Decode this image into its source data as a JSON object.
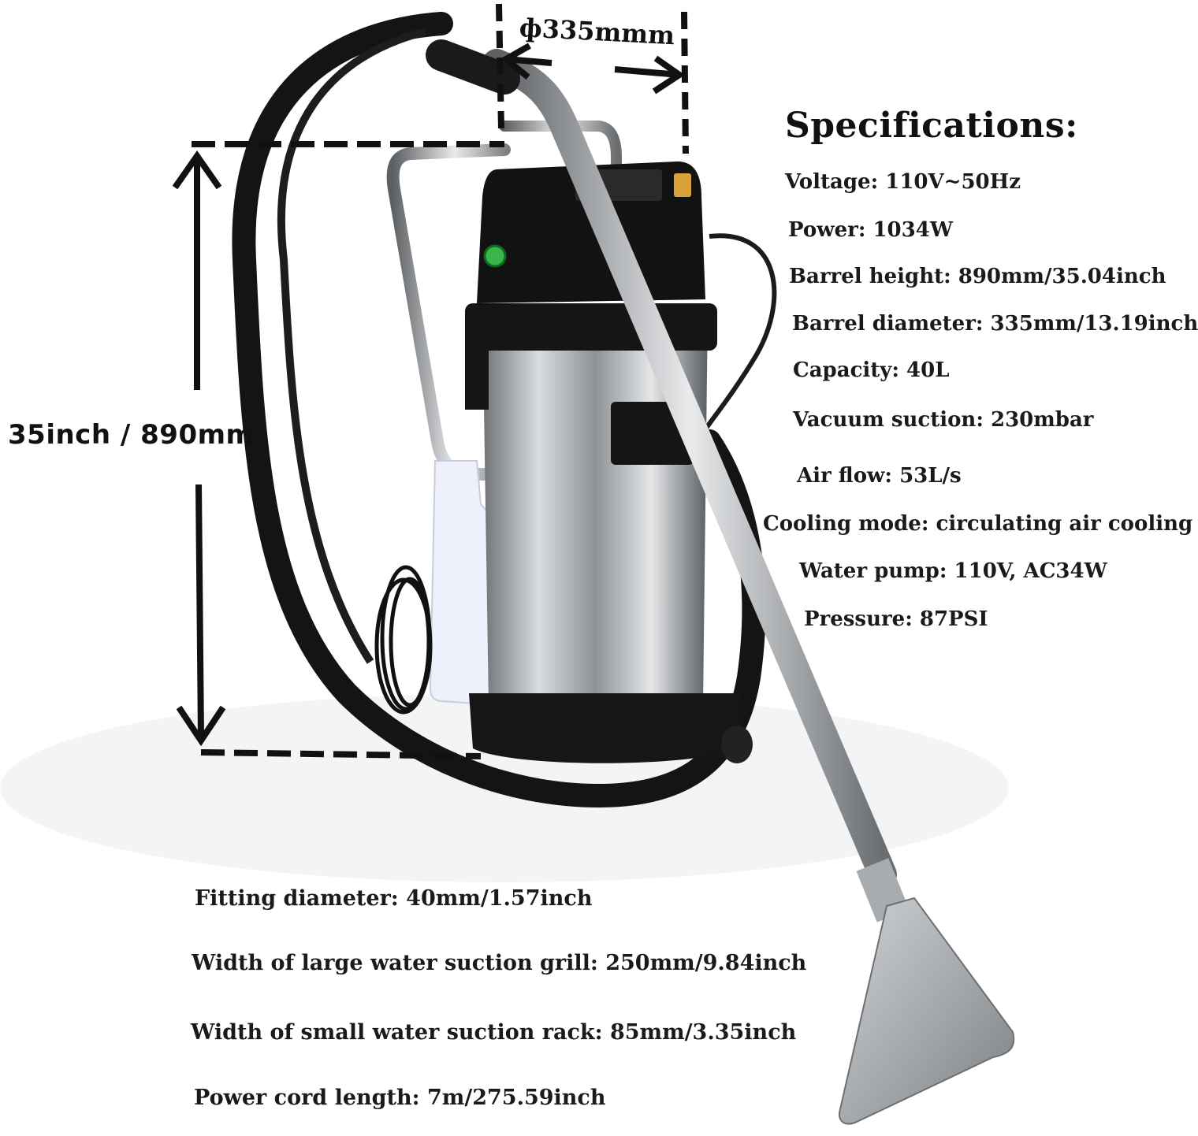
{
  "dimensions": {
    "diameter_label": "ф335mmm",
    "height_label": "35inch / 890mm"
  },
  "specifications": {
    "title": "Specifications:",
    "items": [
      "Voltage: 110V~50Hz",
      "Power: 1034W",
      "Barrel height: 890mm/35.04inch",
      "Barrel diameter: 335mm/13.19inch",
      "Capacity: 40L",
      "Vacuum suction: 230mbar",
      "Air flow: 53L/s",
      "Cooling mode: circulating air cooling",
      "Water pump: 110V, AC34W",
      "Pressure: 87PSI"
    ]
  },
  "bottom_specs": [
    "Fitting diameter: 40mm/1.57inch",
    "Width of large water suction grill: 250mm/9.84inch",
    "Width of small water suction rack: 85mm/3.35inch",
    "Power cord length: 7m/275.59inch"
  ],
  "colors": {
    "steel": "#b9bcbf",
    "black_plastic": "#111111",
    "tank_white": "#eef0fb"
  }
}
